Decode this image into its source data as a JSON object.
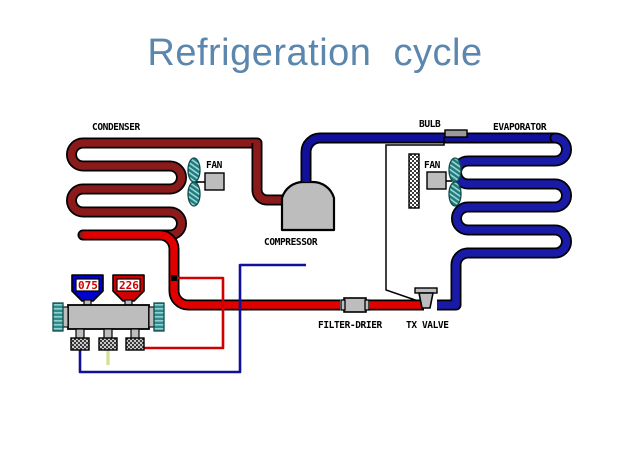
{
  "slide": {
    "title": "Refrigeration  cycle",
    "background_color": "#ffffff",
    "title_color": "#5b86ad"
  },
  "colors": {
    "condenser_dark_red": "#8b1a1a",
    "liquid_line_red": "#e00000",
    "suction_blue": "#10109a",
    "evaporator_blue": "#1a1aa8",
    "component_gray": "#bdbdbd",
    "fan_teal": "#1f7b7b",
    "outline_black": "#000000",
    "hose_yellow": "#d6e08a"
  },
  "labels": {
    "condenser": "CONDENSER",
    "condenser_fan": "FAN",
    "compressor": "COMPRESSOR",
    "bulb": "BULB",
    "evaporator": "EVAPORATOR",
    "evaporator_fan": "FAN",
    "filter_drier": "FILTER-DRIER",
    "tx_valve": "TX VALVE"
  },
  "gauges": [
    {
      "name": "low-side-gauge",
      "side": "low",
      "reading": "075",
      "body_color": "#0000cd",
      "text_color": "#d00000"
    },
    {
      "name": "high-side-gauge",
      "side": "high",
      "reading": "226",
      "body_color": "#d00000",
      "text_color": "#d00000"
    }
  ],
  "manifold": {
    "body_color": "#bdbdbd",
    "knob_color": "#2e8b8b",
    "ports": [
      {
        "name": "low-side-port",
        "hose_color": "#10109a"
      },
      {
        "name": "center-port",
        "hose_color": "#d6e08a"
      },
      {
        "name": "high-side-port",
        "hose_color": "#d00000"
      }
    ]
  },
  "components": [
    {
      "name": "condenser-coil",
      "type": "coil",
      "color": "#8b1a1a"
    },
    {
      "name": "condenser-fan",
      "type": "fan"
    },
    {
      "name": "compressor-body",
      "type": "vessel",
      "color": "#bdbdbd"
    },
    {
      "name": "filter-drier-body",
      "type": "inline-cylinder",
      "color": "#bdbdbd"
    },
    {
      "name": "tx-valve-body",
      "type": "valve",
      "color": "#bdbdbd"
    },
    {
      "name": "sensing-bulb",
      "type": "bulb",
      "color": "#9a9a9a"
    },
    {
      "name": "air-filter",
      "type": "hatched-bar"
    },
    {
      "name": "evaporator-fan",
      "type": "fan"
    },
    {
      "name": "evaporator-coil",
      "type": "coil",
      "color": "#1a1aa8"
    },
    {
      "name": "manifold-gauge-set",
      "type": "manifold"
    }
  ]
}
